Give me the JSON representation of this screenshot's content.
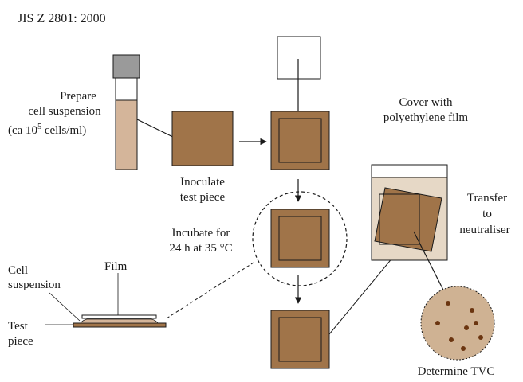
{
  "header": {
    "standard": "JIS Z 2801: 2000"
  },
  "steps": {
    "prepare_line1": "Prepare",
    "prepare_line2": "cell suspension",
    "prepare_line3_prefix": "(ca 10",
    "prepare_line3_sup": "5",
    "prepare_line3_suffix": " cells/ml)",
    "inoculate_line1": "Inoculate",
    "inoculate_line2": "test piece",
    "cover_line1": "Cover with",
    "cover_line2": "polyethylene film",
    "incubate_line1": "Incubate for",
    "incubate_line2": "24 h at 35 °C",
    "transfer_line1": "Transfer",
    "transfer_line2": "to",
    "transfer_line3": "neutraliser",
    "determine": "Determine TVC"
  },
  "detail": {
    "film": "Film",
    "cell_line1": "Cell",
    "cell_line2": "suspension",
    "test_line1": "Test",
    "test_line2": "piece"
  },
  "colors": {
    "sample_fill": "#a07449",
    "suspension_fill": "#d4b59a",
    "petri_fill": "#cfb293",
    "colony_fill": "#6b3510",
    "neutraliser_fill": "#e6d8c6",
    "stroke": "#1a1a1a"
  }
}
